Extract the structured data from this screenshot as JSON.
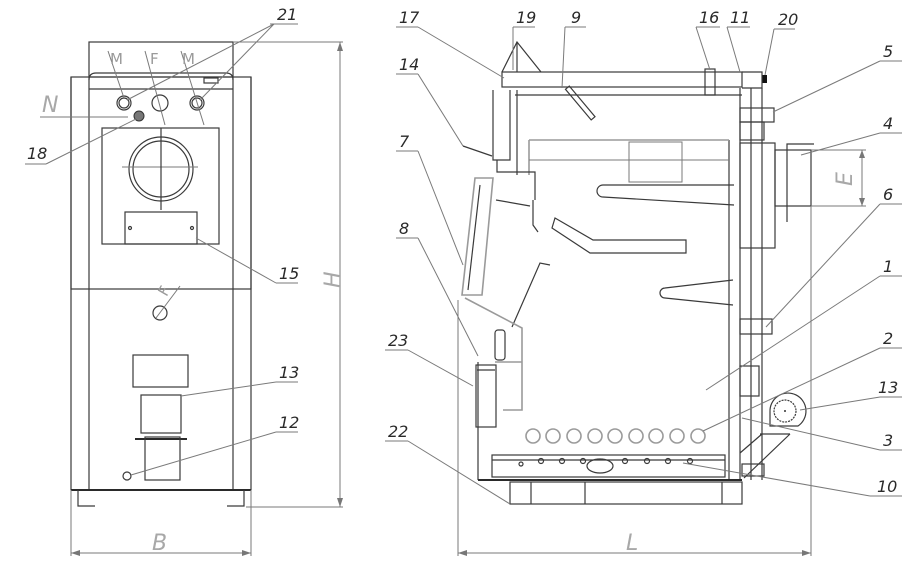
{
  "drawing": {
    "title": "Boiler assembly drawing",
    "views": [
      "front",
      "side-section"
    ]
  },
  "front_view": {
    "connection_marks": [
      "M",
      "F",
      "M"
    ],
    "side_mark": "N",
    "mid_mark": "F",
    "callouts": [
      "21",
      "18",
      "15",
      "13",
      "12"
    ],
    "dimensions": {
      "width": "B",
      "height": "H"
    }
  },
  "side_view": {
    "callouts_left": [
      "17",
      "19",
      "9",
      "14",
      "7",
      "8",
      "23",
      "22"
    ],
    "callouts_top": [
      "16",
      "11",
      "20"
    ],
    "callouts_right": [
      "5",
      "4",
      "6",
      "1",
      "2",
      "13",
      "3",
      "10"
    ],
    "dimensions": {
      "length": "L",
      "flue": "E"
    }
  },
  "colors": {
    "line": "#3a3a3a",
    "thin": "#7a7a7a",
    "dim_text": "#a8a8a8"
  }
}
